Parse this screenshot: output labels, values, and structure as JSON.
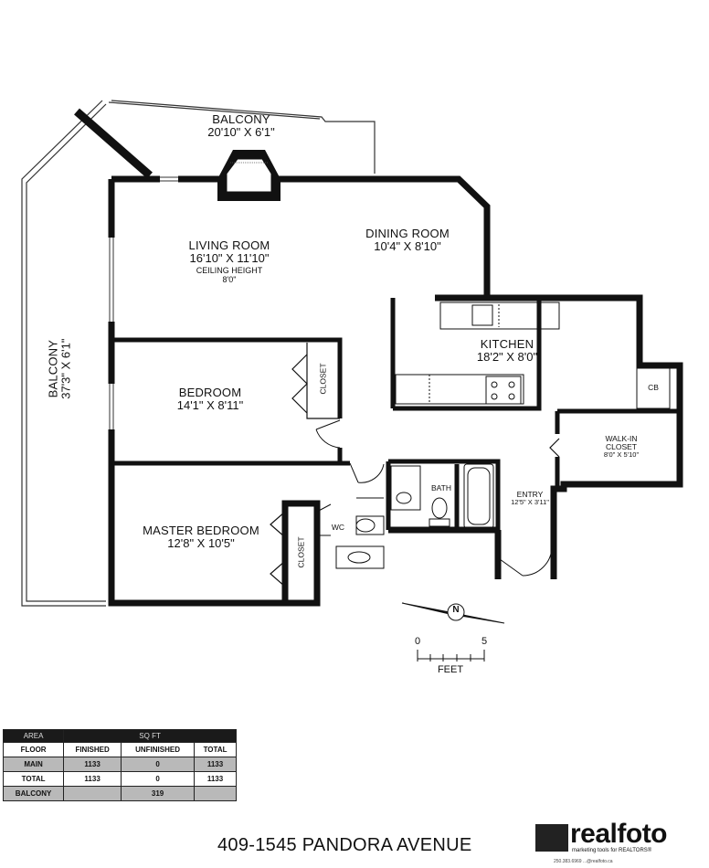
{
  "rooms": {
    "balcony_top": {
      "name": "BALCONY",
      "dims": "20'10\" X 6'1\""
    },
    "balcony_side": {
      "name": "BALCONY",
      "dims": "37'3\" X 6'1\""
    },
    "living_room": {
      "name": "LIVING ROOM",
      "dims": "16'10\" X 11'10\"",
      "note": "CEILING HEIGHT",
      "note_value": "8'0\""
    },
    "dining_room": {
      "name": "DINING ROOM",
      "dims": "10'4\" X 8'10\""
    },
    "kitchen": {
      "name": "KITCHEN",
      "dims": "18'2\" X 8'0\""
    },
    "bedroom": {
      "name": "BEDROOM",
      "dims": "14'1\" X 8'11\""
    },
    "master_bedroom": {
      "name": "MASTER BEDROOM",
      "dims": "12'8\" X 10'5\""
    },
    "walk_in_closet": {
      "name": "WALK-IN",
      "name2": "CLOSET",
      "dims": "8'0\" X 5'10\""
    },
    "entry": {
      "name": "ENTRY",
      "dims": "12'5\" X 3'11\""
    },
    "bath": {
      "name": "BATH"
    },
    "wc": {
      "name": "WC"
    },
    "cb": {
      "name": "CB"
    },
    "closet_bedroom": {
      "name": "CLOSET"
    },
    "closet_master": {
      "name": "CLOSET"
    }
  },
  "scale": {
    "start": "0",
    "end": "5",
    "unit": "FEET"
  },
  "compass": {
    "letter": "N"
  },
  "area_table": {
    "header": [
      "AREA",
      "SQ FT"
    ],
    "columns": [
      "FLOOR",
      "FINISHED",
      "UNFINISHED",
      "TOTAL"
    ],
    "rows": [
      [
        "MAIN",
        "1133",
        "0",
        "1133"
      ],
      [
        "TOTAL",
        "1133",
        "0",
        "1133"
      ],
      [
        "BALCONY",
        "",
        "319",
        ""
      ]
    ]
  },
  "address": "409-1545 PANDORA AVENUE",
  "brand": {
    "name": "realfoto",
    "tagline": "marketing tools for REALTORS®",
    "contact": "250.383.6969   ...@realfoto.ca"
  }
}
